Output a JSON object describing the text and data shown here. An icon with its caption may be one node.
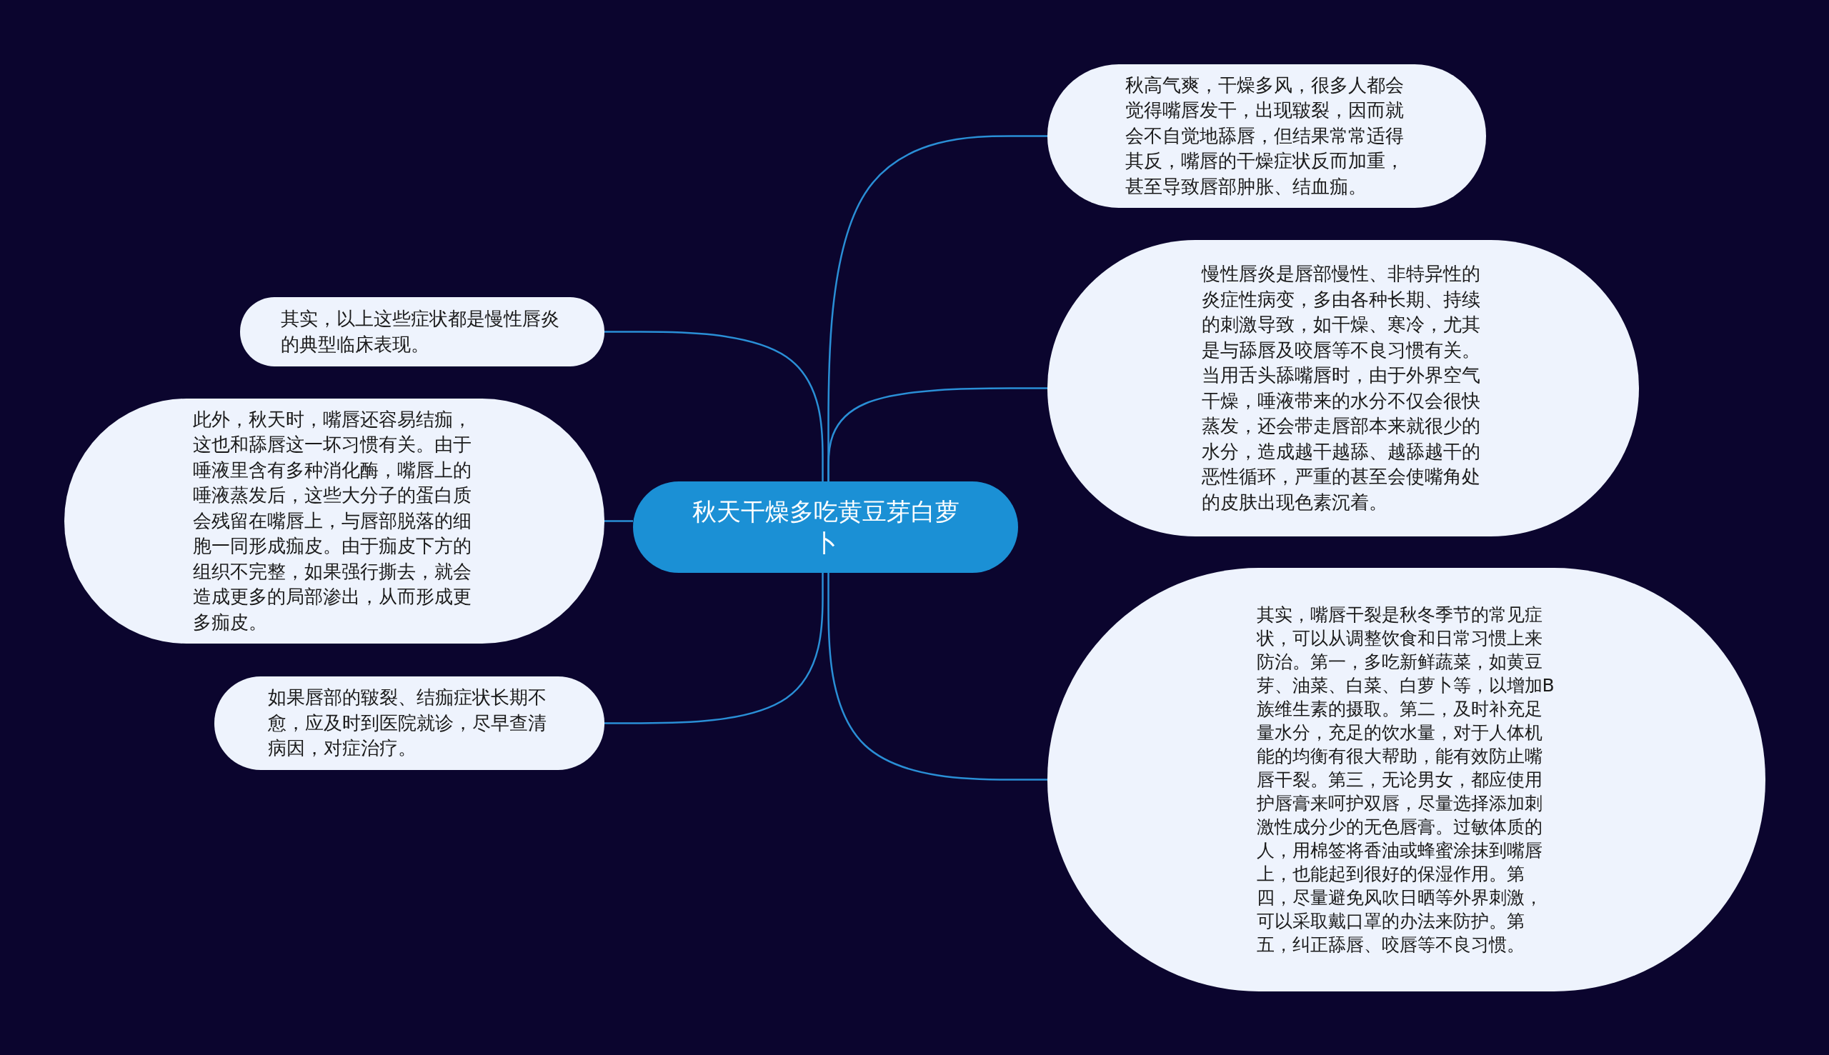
{
  "diagram": {
    "nodes": [
      {
        "text": [
          "秋天干燥多吃黄豆芽白萝卜"
        ]
      },
      {
        "text": [
          "秋高气爽，干燥多风，很多人都会觉得嘴唇发干，出现皲裂，因而就会不自觉地舔唇，但结果常常适得其反，嘴唇的干燥症状反而加重，甚至导致唇部肿胀、结血痂。"
        ]
      },
      {
        "text": [
          "慢性唇炎是唇部慢性、非特异性的炎症性病变，多由各种长期、持续的刺激导致，如干燥、寒冷，尤其是与舔唇及咬唇等不良习惯有关。当用舌头舔嘴唇时，由于外界空气干燥，唾液带来的水分不仅会很快蒸发，还会带走唇部本来就很少的水分，造成越干越舔、越舔越干的恶性循环，严重的甚至会使嘴角处的皮肤出现色素沉着。"
        ]
      },
      {
        "text": [
          "其实，嘴唇干裂是秋冬季节的常见症状，可以从调整饮食和日常习惯上来防治。第一，多吃新鲜蔬菜，如黄豆芽、油菜、白菜、白萝卜等，以增加B族维生素的摄取。第二，及时补充足量水分，充足的饮水量，对于人体机能的均衡有很大帮助，能有效防止嘴唇干裂。第三，无论男女，都应使用护唇膏来呵护双唇，尽量选择添加刺激性成分少的无色唇膏。过敏体质的人，用棉签将香油或蜂蜜涂抹到嘴唇上，也能起到很好的保湿作用。第四，尽量避免风吹日晒等外界刺激，可以采取戴口罩的办法来防护。第五，纠正舔唇、咬唇等不良习惯。"
        ]
      },
      {
        "text": [
          "其实，以上这些症状都是慢性唇炎的典型临床表现。"
        ]
      },
      {
        "text": [
          "此外，秋天时，嘴唇还容易结痂，这也和舔唇这一坏习惯有关。由于唾液里含有多种消化酶，嘴唇上的唾液蒸发后，这些大分子的蛋白质会残留在嘴唇上，与唇部脱落的细胞一同形成痂皮。由于痂皮下方的组织不完整，如果强行撕去，就会造成更多的局部渗出，从而形成更多痂皮。"
        ]
      },
      {
        "text": [
          "如果唇部的皲裂、结痂症状长期不愈，应及时到医院就诊，尽早查清病因，对症治疗。"
        ]
      }
    ],
    "edges": [
      {
        "from": 0,
        "to": 1,
        "arrow": "none"
      },
      {
        "from": 0,
        "to": 2,
        "arrow": "none"
      },
      {
        "from": 0,
        "to": 3,
        "arrow": "none"
      },
      {
        "from": 0,
        "to": 4,
        "arrow": "none"
      },
      {
        "from": 0,
        "to": 5,
        "arrow": "none"
      },
      {
        "from": 0,
        "to": 6,
        "arrow": "none"
      }
    ]
  }
}
